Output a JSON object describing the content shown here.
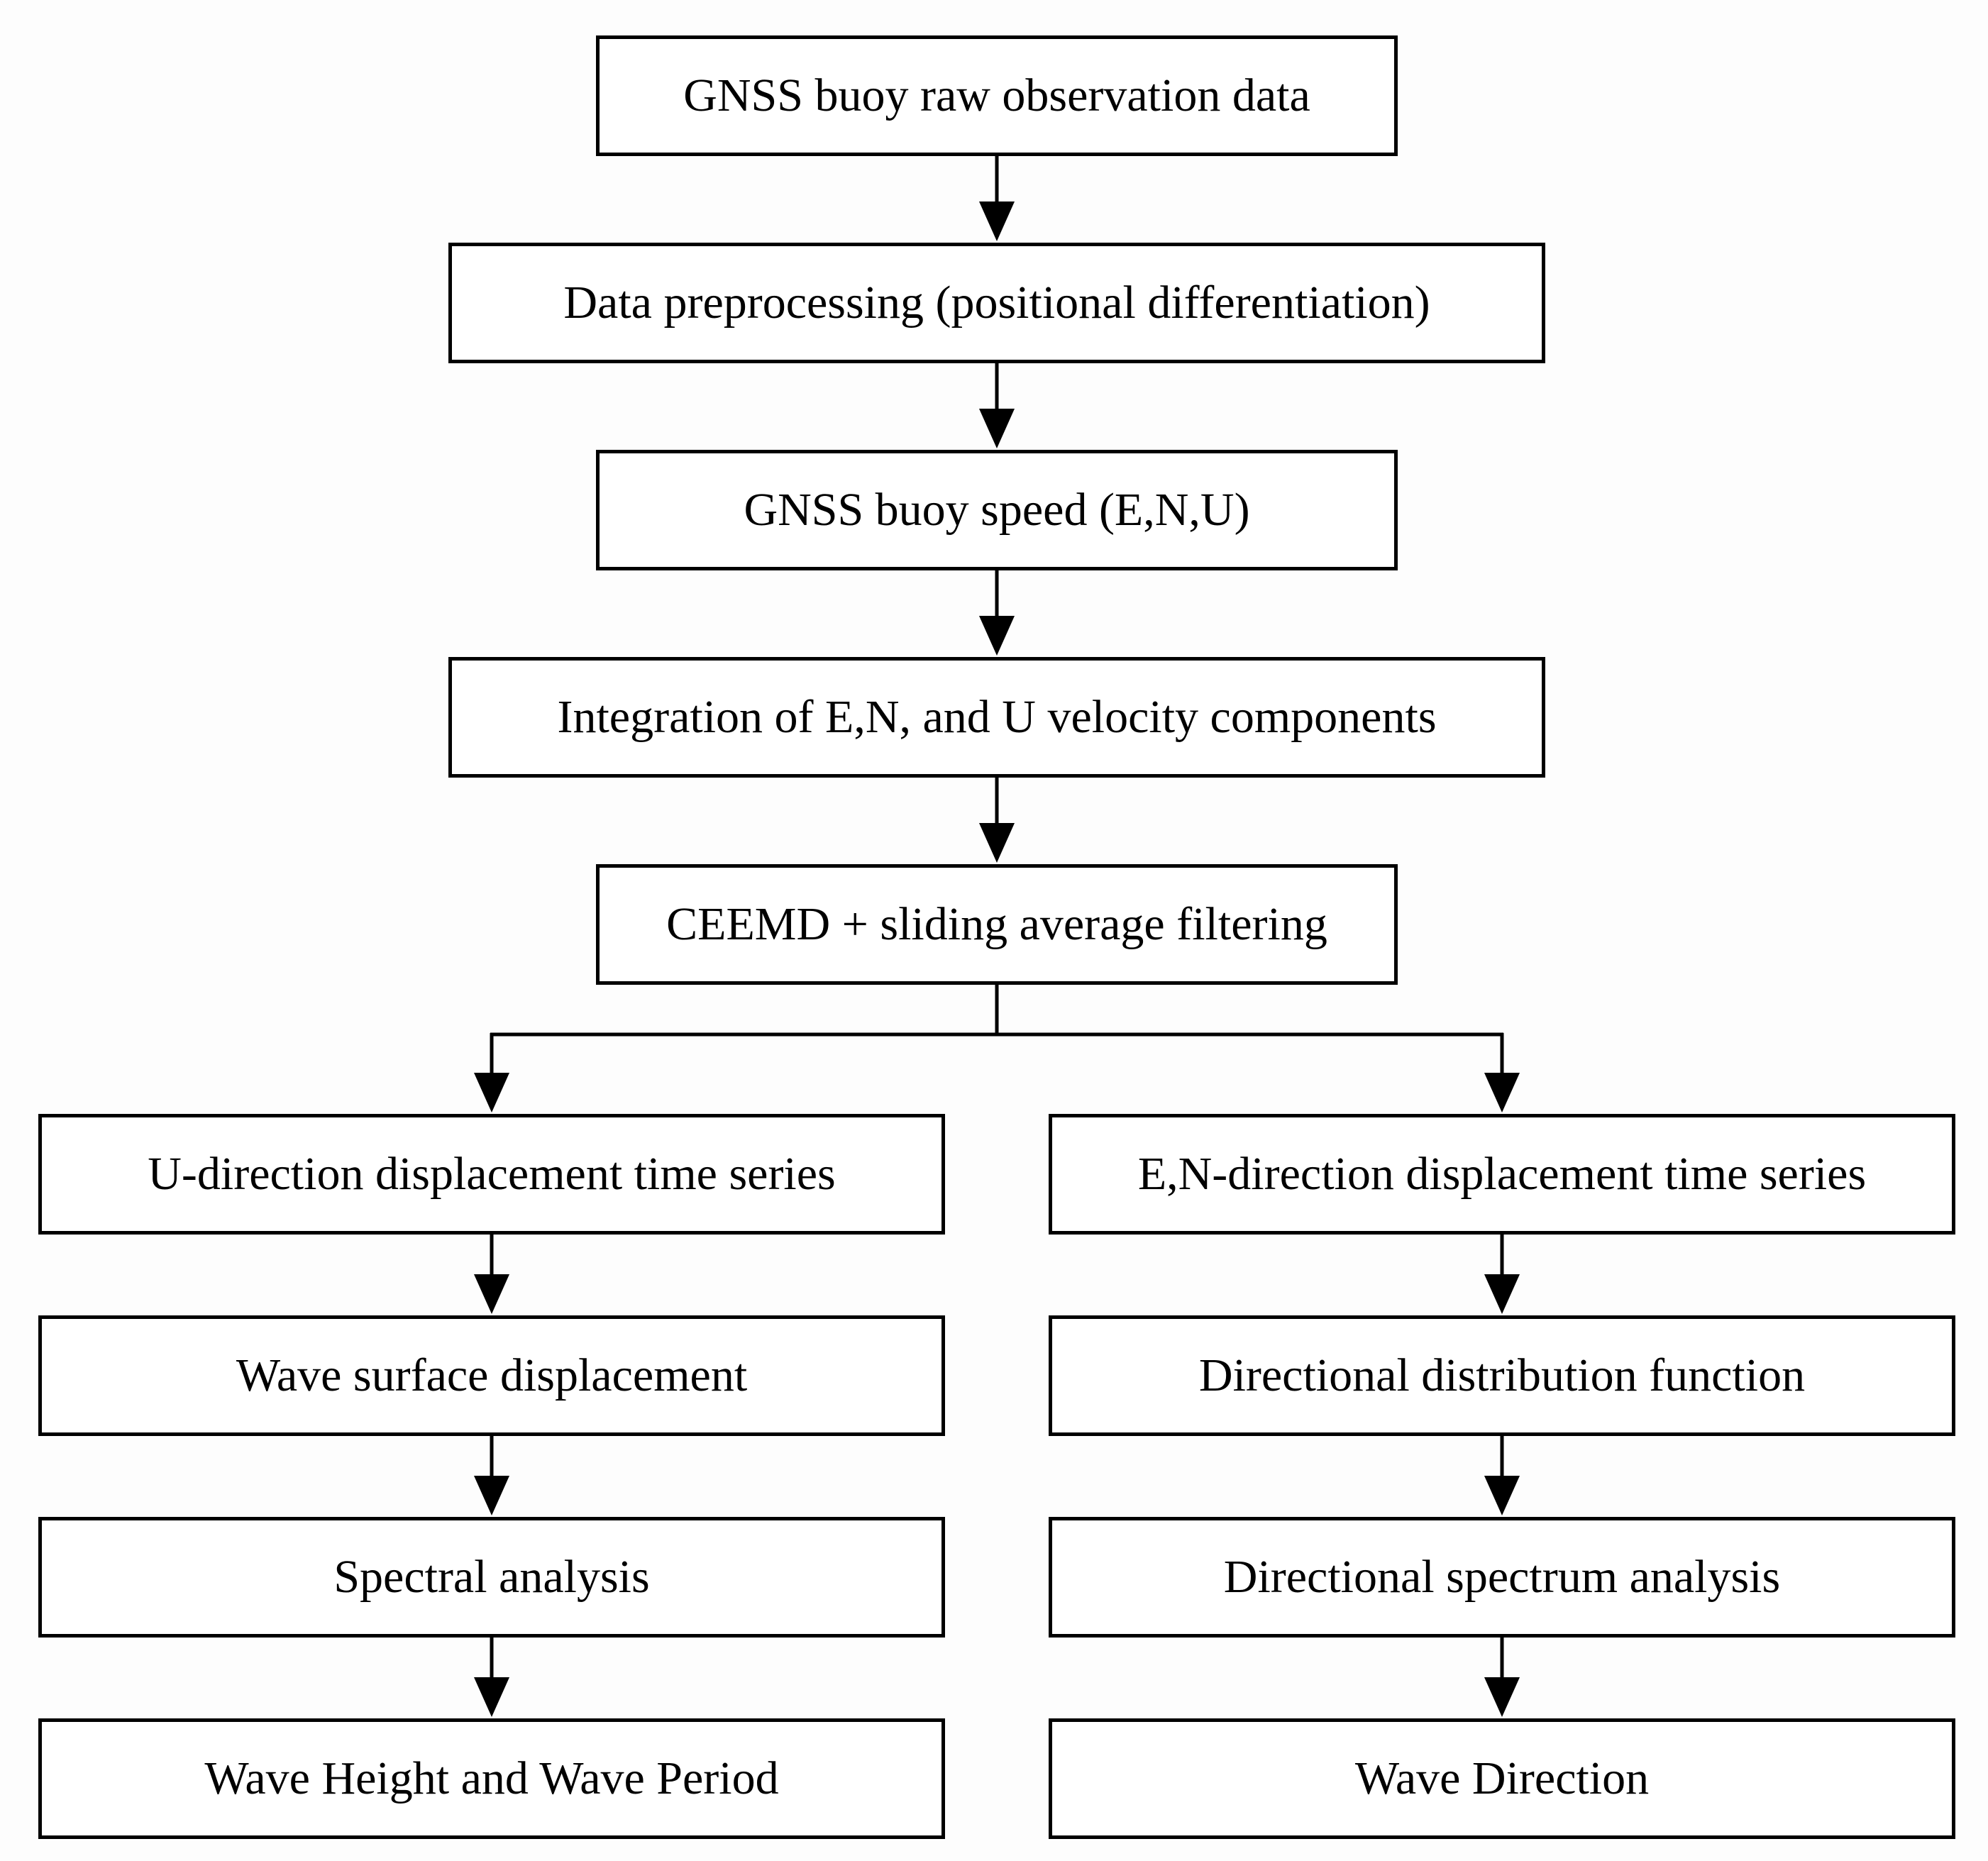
{
  "diagram": {
    "main_flow": [
      "GNSS buoy raw observation data",
      "Data preprocessing (positional differentiation)",
      "GNSS buoy speed (E,N,U)",
      "Integration of E,N, and U velocity components",
      "CEEMD + sliding average filtering"
    ],
    "left_branch": [
      "U-direction displacement time series",
      "Wave surface displacement",
      "Spectral analysis",
      "Wave Height and Wave Period"
    ],
    "right_branch": [
      "E,N-direction displacement time series",
      "Directional distribution function",
      "Directional spectrum analysis",
      "Wave Direction"
    ]
  }
}
